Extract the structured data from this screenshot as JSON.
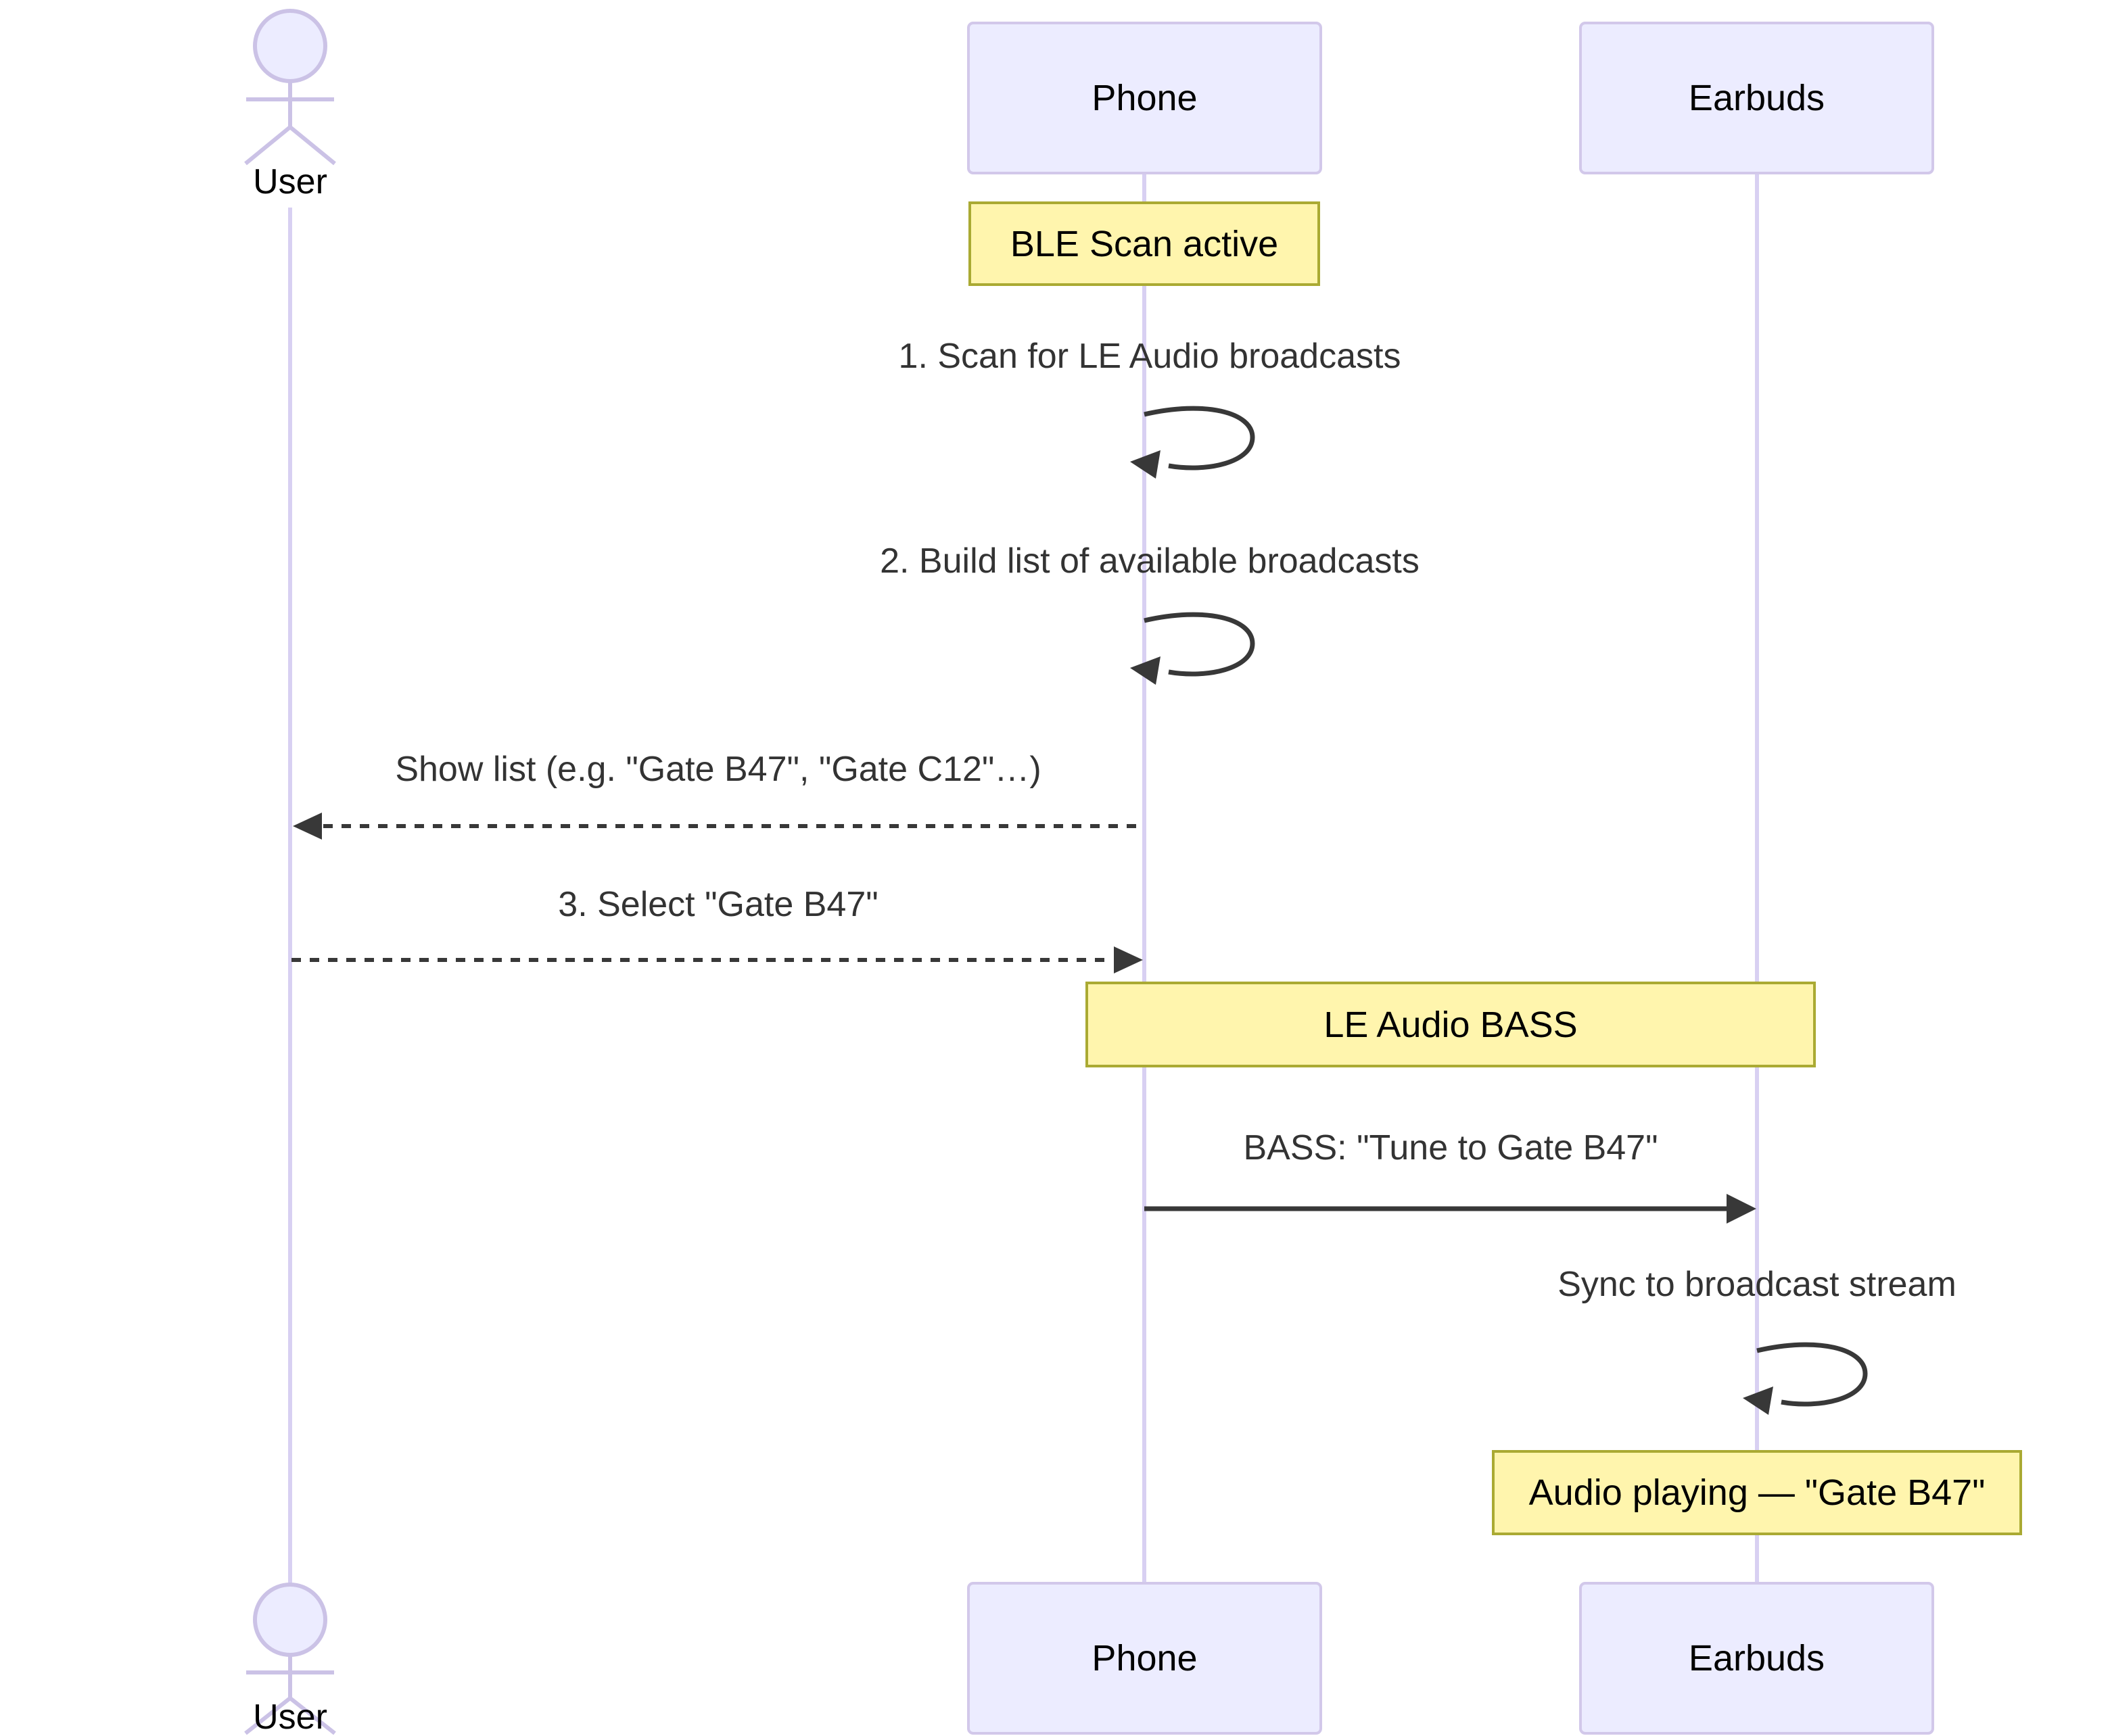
{
  "diagram": {
    "type": "sequence-diagram",
    "participants": [
      {
        "id": "user",
        "label": "User",
        "kind": "actor"
      },
      {
        "id": "phone",
        "label": "Phone",
        "kind": "participant"
      },
      {
        "id": "earbuds",
        "label": "Earbuds",
        "kind": "participant"
      }
    ],
    "notes": [
      {
        "text": "BLE Scan active",
        "over": "phone"
      },
      {
        "text": "LE Audio BASS",
        "over": "phone,earbuds"
      },
      {
        "text": "Audio playing — \"Gate B47\"",
        "over": "earbuds"
      }
    ],
    "messages": [
      {
        "text": "1. Scan for LE Audio broadcasts",
        "from": "phone",
        "to": "phone",
        "style": "self-loop"
      },
      {
        "text": "2. Build list of available broadcasts",
        "from": "phone",
        "to": "phone",
        "style": "self-loop"
      },
      {
        "text": "Show list (e.g. \"Gate B47\", \"Gate C12\"…)",
        "from": "phone",
        "to": "user",
        "style": "dashed"
      },
      {
        "text": "3. Select \"Gate B47\"",
        "from": "user",
        "to": "phone",
        "style": "dashed"
      },
      {
        "text": "BASS: \"Tune to Gate B47\"",
        "from": "phone",
        "to": "earbuds",
        "style": "solid"
      },
      {
        "text": "Sync to broadcast stream",
        "from": "earbuds",
        "to": "earbuds",
        "style": "self-loop"
      }
    ],
    "colors": {
      "participant_fill": "#ECECFF",
      "participant_border": "#D2C8EA",
      "lifeline": "#D8D0F2",
      "actor_stroke": "#CBC2E6",
      "note_fill": "#FFF5AD",
      "note_border": "#AAAA33",
      "message_text": "#333333",
      "arrow": "#383838",
      "label_text": "#000000",
      "background": "#FFFFFF"
    }
  }
}
